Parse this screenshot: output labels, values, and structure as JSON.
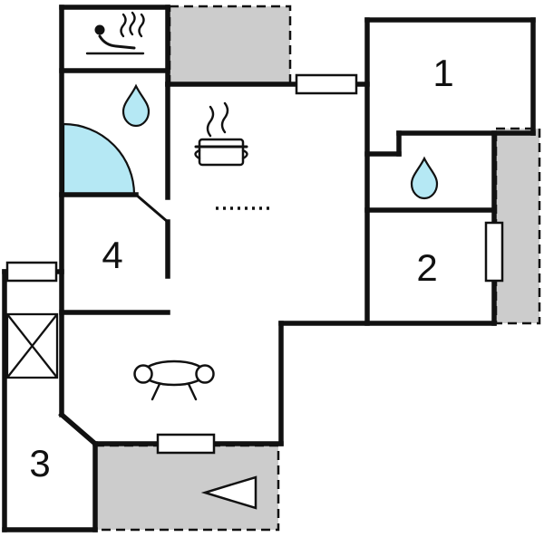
{
  "page": {
    "title": "Floor plan"
  },
  "floorplan": {
    "rooms": [
      {
        "id": "room-1",
        "label": "1"
      },
      {
        "id": "room-2",
        "label": "2"
      },
      {
        "id": "room-3",
        "label": "3"
      },
      {
        "id": "room-4",
        "label": "4"
      }
    ],
    "icons": [
      {
        "name": "sauna-icon"
      },
      {
        "name": "water-drop-icon",
        "count": 2
      },
      {
        "name": "shower-icon"
      },
      {
        "name": "stove-icon"
      },
      {
        "name": "sofa-icon"
      },
      {
        "name": "stairs-cross-icon"
      },
      {
        "name": "direction-arrow-icon"
      },
      {
        "name": "window",
        "count": 4
      },
      {
        "name": "terrace",
        "count": 3
      }
    ],
    "colors": {
      "wall": "#111111",
      "water": "#b5e8f4",
      "terrace": "#cccccc",
      "window": "#ffffff",
      "background": "#ffffff"
    }
  }
}
